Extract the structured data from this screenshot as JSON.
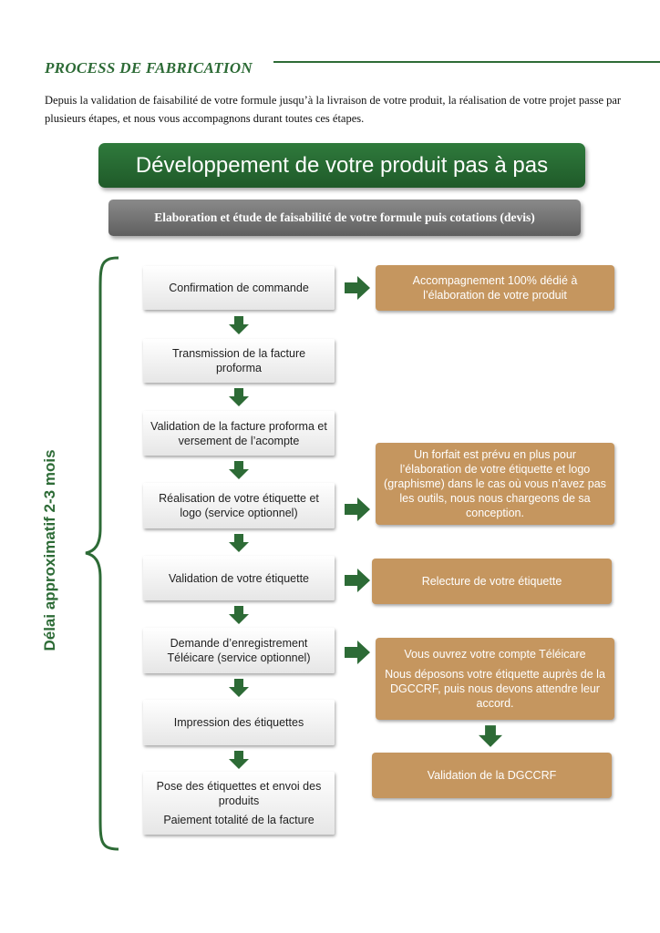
{
  "title": "PROCESS DE FABRICATION",
  "intro": "Depuis la validation de faisabilité de votre formule jusqu’à la livraison de votre produit, la réalisation de votre projet passe par plusieurs étapes, et nous vous accompagnons durant toutes ces étapes.",
  "banner": "Développement de votre produit pas à pas",
  "subbanner": "Elaboration et étude de faisabilité de votre formule puis cotations (devis)",
  "vertical_label": "Délai approximatif 2-3 mois",
  "colors": {
    "green": "#2d6b36",
    "tan": "#c5965f",
    "gray": "#6f6f6f"
  },
  "steps": [
    {
      "lines": [
        "Confirmation de commande"
      ]
    },
    {
      "lines": [
        "Transmission de la facture proforma"
      ]
    },
    {
      "lines": [
        "Validation de la facture proforma et versement de l’acompte"
      ]
    },
    {
      "lines": [
        "Réalisation de votre étiquette et logo (service optionnel)"
      ]
    },
    {
      "lines": [
        "Validation de votre étiquette"
      ]
    },
    {
      "lines": [
        "Demande d’enregistrement Téléicare (service optionnel)"
      ]
    },
    {
      "lines": [
        "Impression des étiquettes"
      ]
    },
    {
      "lines": [
        "Pose des étiquettes et envoi des produits",
        "Paiement totalité de la facture"
      ]
    }
  ],
  "notes": [
    {
      "lines": [
        "Accompagnement 100% dédié à l’élaboration de votre produit"
      ]
    },
    {
      "lines": [
        "Un forfait est prévu en plus pour l’élaboration de votre étiquette et logo (graphisme) dans le cas où vous n’avez pas les outils, nous nous chargeons de sa conception."
      ]
    },
    {
      "lines": [
        "Relecture de votre étiquette"
      ]
    },
    {
      "lines": [
        "Vous ouvrez votre compte Téléicare",
        "Nous déposons votre étiquette auprès de la DGCCRF, puis nous devons attendre leur accord."
      ]
    },
    {
      "lines": [
        "Validation de la DGCCRF"
      ]
    }
  ],
  "icons": {
    "down_arrow": "down-arrow-icon",
    "right_arrow": "right-arrow-icon",
    "brace": "left-brace-icon"
  }
}
